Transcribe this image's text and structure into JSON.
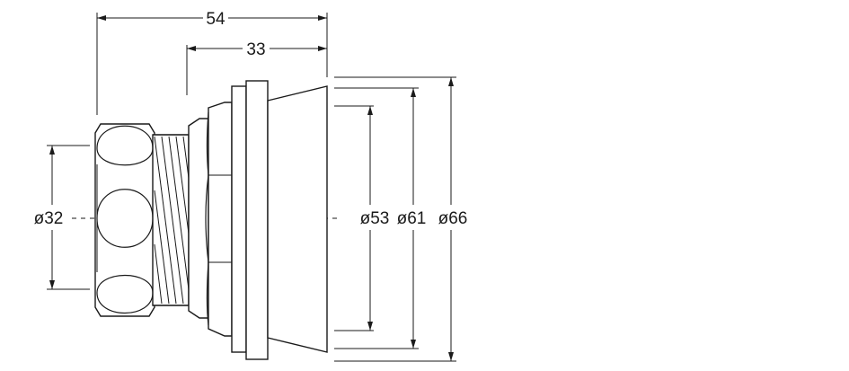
{
  "drawing": {
    "dimensions": {
      "overall_length": "54",
      "body_length": "33",
      "dia_thread": "ø32",
      "dia_inner": "ø53",
      "dia_middle": "ø61",
      "dia_outer": "ø66"
    },
    "colors": {
      "line": "#1a1a1a",
      "background": "#ffffff"
    }
  }
}
